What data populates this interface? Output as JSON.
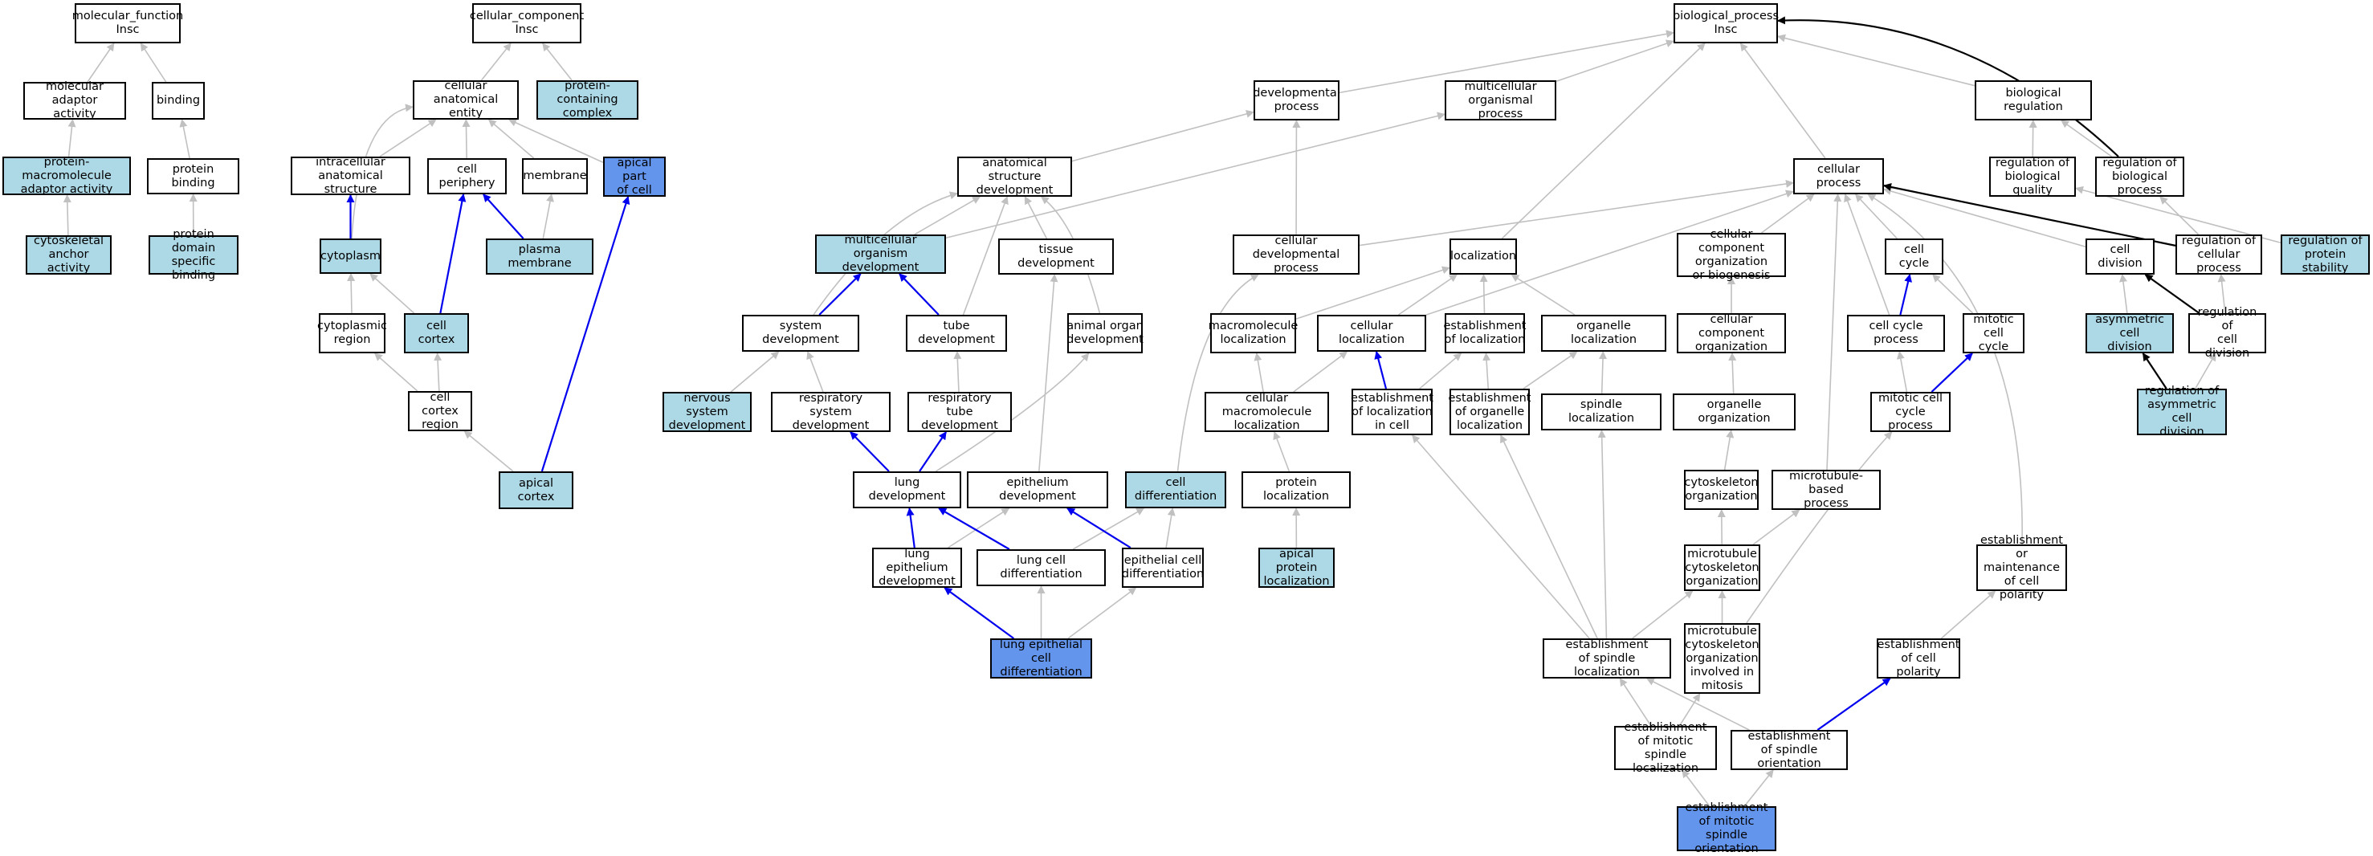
{
  "colors": {
    "gray_edge": "#c0c0c0",
    "blue_edge": "#0000ee",
    "black_edge": "#000000",
    "light_fill": "#add8e6",
    "dark_fill": "#6495ed"
  },
  "nodes": {
    "mf": "molecular_function\nInsc",
    "mol_adaptor": "molecular adaptor\nactivity",
    "binding": "binding",
    "prot_macro": "protein-macromolecule\nadaptor activity",
    "prot_binding": "protein binding",
    "cyto_anchor": "cytoskeletal\nanchor activity",
    "prot_domain": "protein domain\nspecific binding",
    "cc": "cellular_component\nInsc",
    "cell_anat": "cellular anatomical\nentity",
    "prot_complex": "protein-containing\ncomplex",
    "intracell": "intracellular\nanatomical structure",
    "cell_periph": "cell periphery",
    "membrane": "membrane",
    "apical_part": "apical part\nof cell",
    "cytoplasm": "cytoplasm",
    "plasma_mem": "plasma membrane",
    "cyto_region": "cytoplasmic\nregion",
    "cell_cortex": "cell cortex",
    "cortex_region": "cell cortex\nregion",
    "apical_cortex": "apical cortex",
    "bp": "biological_process\nInsc",
    "dev_proc": "developmental\nprocess",
    "multi_proc": "multicellular\norganismal process",
    "bio_reg": "biological regulation",
    "anat_dev": "anatomical structure\ndevelopment",
    "cell_proc": "cellular process",
    "reg_bio_qual": "regulation of\nbiological quality",
    "reg_bio_proc": "regulation of\nbiological process",
    "multi_dev": "multicellular\norganism development",
    "tissue_dev": "tissue development",
    "cell_dev_proc": "cellular developmental\nprocess",
    "localization": "localization",
    "cc_org_bio": "cellular component\norganization\nor biogenesis",
    "cell_cycle": "cell cycle",
    "cell_division": "cell division",
    "reg_cell_proc": "regulation of\ncellular process",
    "reg_prot_stab": "regulation of\nprotein stability",
    "sys_dev": "system development",
    "tube_dev": "tube development",
    "animal_organ": "animal organ\ndevelopment",
    "macro_loc": "macromolecule\nlocalization",
    "cell_loc": "cellular localization",
    "est_loc": "establishment\nof localization",
    "organelle_loc": "organelle localization",
    "cc_org": "cellular component\norganization",
    "cell_cycle_proc": "cell cycle process",
    "mitotic_cycle": "mitotic cell\ncycle",
    "asym_div": "asymmetric cell\ndivision",
    "reg_div": "regulation of\ncell division",
    "nervous_dev": "nervous system\ndevelopment",
    "resp_sys_dev": "respiratory\nsystem development",
    "resp_tube_dev": "respiratory\ntube development",
    "cell_macro_loc": "cellular macromolecule\nlocalization",
    "est_loc_cell": "establishment\nof localization\nin cell",
    "est_org_loc": "establishment\nof organelle\nlocalization",
    "spindle_loc": "spindle localization",
    "organelle_org": "organelle organization",
    "mitotic_proc": "mitotic cell\ncycle process",
    "reg_asym_div": "regulation of\nasymmetric cell\ndivision",
    "lung_dev": "lung development",
    "epith_dev": "epithelium development",
    "cell_diff": "cell differentiation",
    "prot_loc": "protein localization",
    "cytoskel_org": "cytoskeleton\norganization",
    "mt_based": "microtubule-based\nprocess",
    "lung_epith_dev": "lung epithelium\ndevelopment",
    "lung_cell_diff": "lung cell differentiation",
    "epith_cell_diff": "epithelial cell\ndifferentiation",
    "apical_prot_loc": "apical protein\nlocalization",
    "mt_cyto_org": "microtubule\ncytoskeleton\norganization",
    "est_maint_pol": "establishment\nor maintenance\nof cell polarity",
    "lung_epith_cell_diff": "lung epithelial\ncell differentiation",
    "est_spindle_loc": "establishment\nof spindle localization",
    "mt_cyto_mitosis": "microtubule\ncytoskeleton\norganization\ninvolved in\nmitosis",
    "est_cell_pol": "establishment\nof cell polarity",
    "est_mit_spindle_loc": "establishment\nof mitotic spindle\nlocalization",
    "est_spindle_orient": "establishment\nof spindle orientation",
    "est_mit_spindle_orient": "establishment\nof mitotic spindle\norientation"
  }
}
